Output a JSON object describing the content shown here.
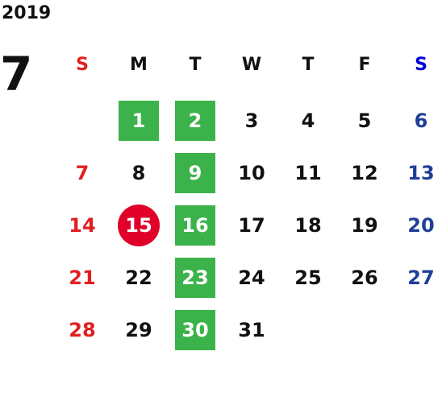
{
  "year": "2019",
  "month": "7",
  "weekdays": [
    "S",
    "M",
    "T",
    "W",
    "T",
    "F",
    "S"
  ],
  "weeks": [
    [
      "",
      "1",
      "2",
      "3",
      "4",
      "5",
      "6"
    ],
    [
      "7",
      "8",
      "9",
      "10",
      "11",
      "12",
      "13"
    ],
    [
      "14",
      "15",
      "16",
      "17",
      "18",
      "19",
      "20"
    ],
    [
      "21",
      "22",
      "23",
      "24",
      "25",
      "26",
      "27"
    ],
    [
      "28",
      "29",
      "30",
      "31",
      "",
      "",
      ""
    ]
  ],
  "highlighted_days": [
    "1",
    "2",
    "9",
    "16",
    "23",
    "30"
  ],
  "today": "15",
  "colors": {
    "sunday": "#e02020",
    "saturday": "#1f3f99",
    "saturday_header": "#0000dd",
    "highlight": "#3cb34a",
    "today": "#e0002a"
  }
}
